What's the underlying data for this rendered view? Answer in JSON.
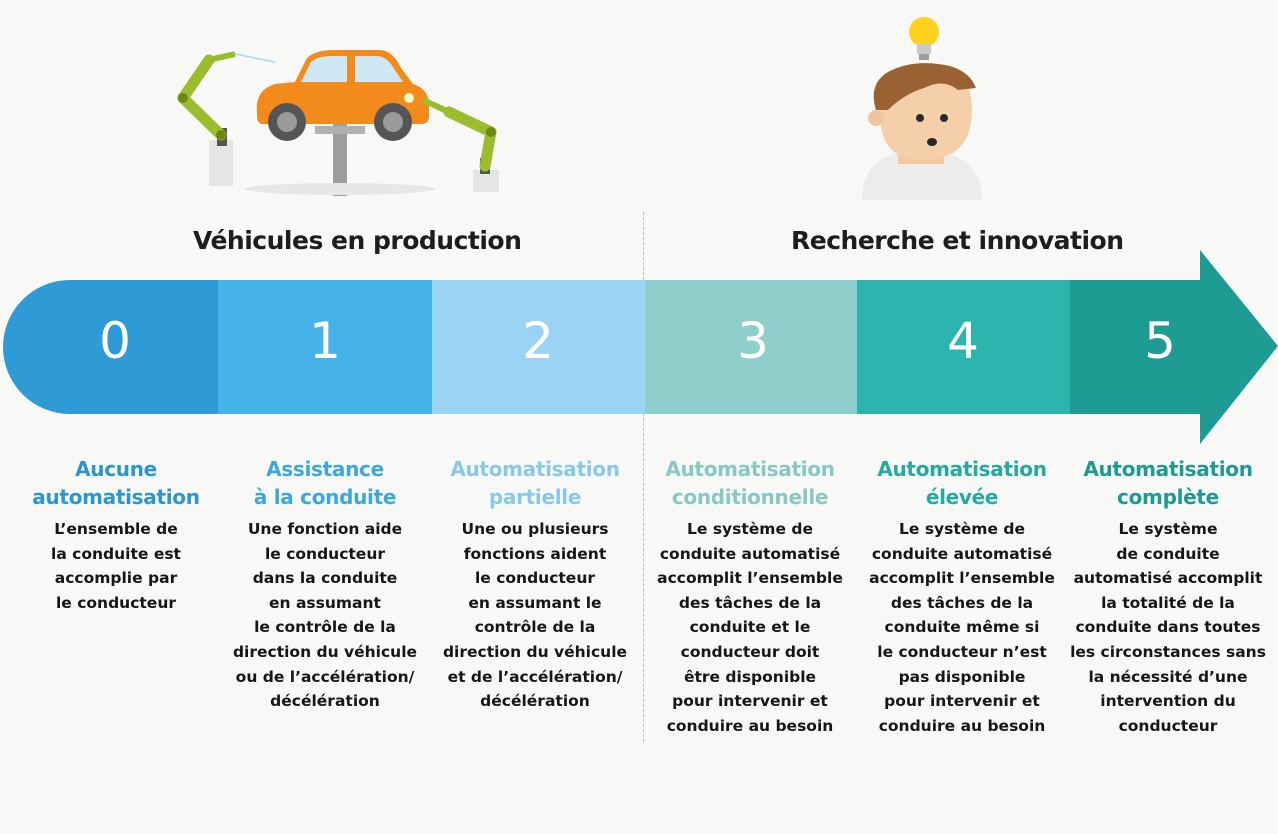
{
  "sections": {
    "production": "Véhicules en production",
    "research": "Recherche et innovation"
  },
  "levels": [
    {
      "number": "0",
      "color": "#2e9ad6",
      "title_color": "#2b96d0",
      "title_lines": [
        "Aucune",
        "automatisation"
      ],
      "desc_lines": [
        "L’ensemble de",
        "la conduite est",
        "accomplie par",
        "le conducteur"
      ]
    },
    {
      "number": "1",
      "color": "#46b3e8",
      "title_color": "#3aa8de",
      "title_lines": [
        "Assistance",
        "à la conduite"
      ],
      "desc_lines": [
        "Une fonction aide",
        "le conducteur",
        "dans la conduite",
        "en assumant",
        "le contrôle de la",
        "direction du véhicule",
        "ou de l’accélération/",
        "décélération"
      ]
    },
    {
      "number": "2",
      "color": "#9ad3f3",
      "title_color": "#88c8ec",
      "title_lines": [
        "Automatisation",
        "partielle"
      ],
      "desc_lines": [
        "Une ou plusieurs",
        "fonctions aident",
        "le conducteur",
        "en assumant le",
        "contrôle de la",
        "direction du véhicule",
        "et de l’accélération/",
        "décélération"
      ]
    },
    {
      "number": "3",
      "color": "#8fcfcb",
      "title_color": "#88c8c2",
      "title_lines": [
        "Automatisation",
        "conditionnelle"
      ],
      "desc_lines": [
        "Le système de",
        "conduite automatisé",
        "accomplit l’ensemble",
        "des tâches de la",
        "conduite et le",
        "conducteur doit",
        "être disponible",
        "pour intervenir et",
        "conduire au besoin"
      ]
    },
    {
      "number": "4",
      "color": "#2bb5ae",
      "title_color": "#25aaa2",
      "title_lines": [
        "Automatisation",
        "élevée"
      ],
      "desc_lines": [
        "Le système de",
        "conduite automatisé",
        "accomplit l’ensemble",
        "des tâches de la",
        "conduite même si",
        "le conducteur n’est",
        "pas disponible",
        "pour intervenir et",
        "conduire au besoin"
      ]
    },
    {
      "number": "5",
      "color": "#1e9c94",
      "title_color": "#1e9a92",
      "title_lines": [
        "Automatisation",
        "complète"
      ],
      "desc_lines": [
        "Le système",
        "de conduite",
        "automatisé accomplit",
        "la totalité de la",
        "conduite dans toutes",
        "les circonstances sans",
        "la nécessité d’une",
        "intervention du",
        "conducteur"
      ]
    }
  ]
}
